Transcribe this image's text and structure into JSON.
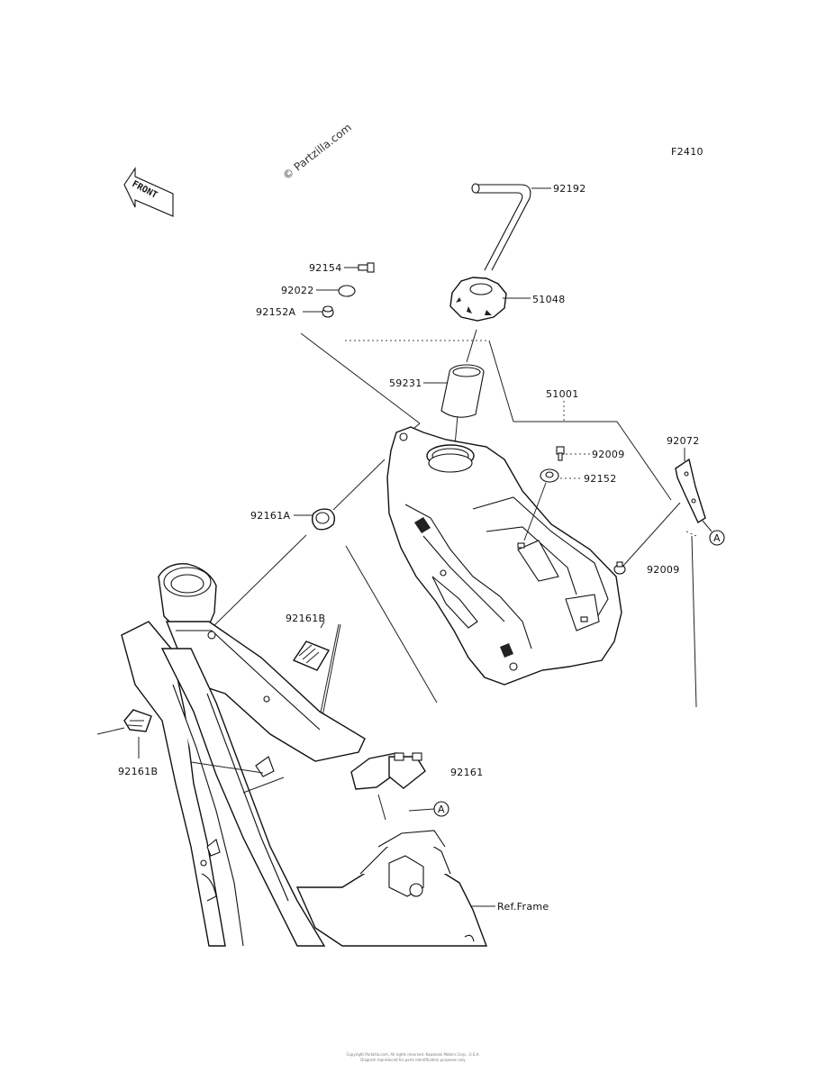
{
  "diagram_code": "F2410",
  "watermark": "© Partzilla.com",
  "front_badge": "FRONT",
  "labels": {
    "p92192": "92192",
    "p92154": "92154",
    "p92022": "92022",
    "p92152A": "92152A",
    "p51048": "51048",
    "p59231": "59231",
    "p51001": "51001",
    "p92009a": "92009",
    "p92152": "92152",
    "p92072": "92072",
    "p92161A": "92161A",
    "p92009b": "92009",
    "p92161B_top": "92161B",
    "p92161B_left": "92161B",
    "p92161": "92161",
    "callout_a1": "A",
    "callout_a2": "A",
    "ref_frame": "Ref.Frame"
  },
  "footer": {
    "line1": "Copyright Partzilla.com. All rights reserved. Kawasaki Motors Corp., U.S.A.",
    "line2": "Diagram reproduced for parts identification purposes only"
  }
}
